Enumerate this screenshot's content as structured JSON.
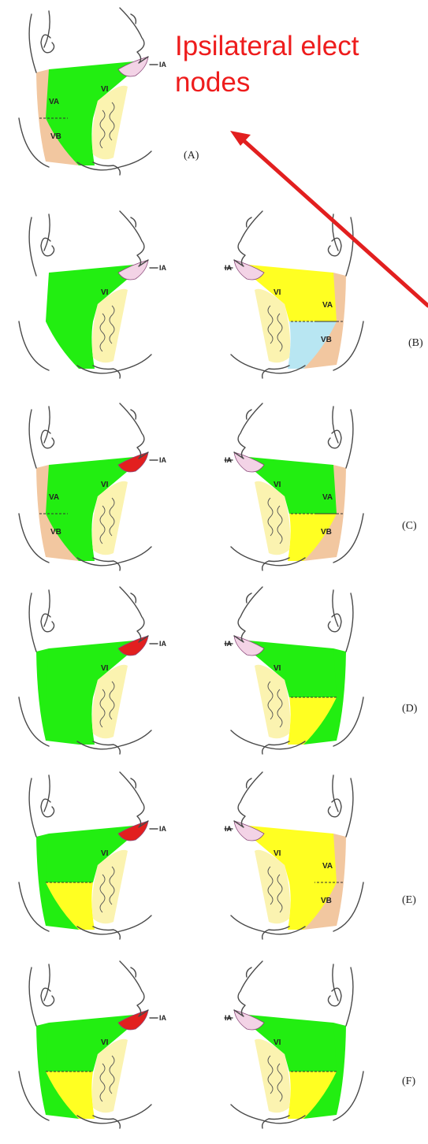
{
  "title": "Ipsilateral elect\nnodes",
  "title_lines": [
    "Ipsilateral elect",
    "nodes"
  ],
  "colors": {
    "green": "#22ee11",
    "yellow": "#ffff22",
    "red": "#e21f1f",
    "peach": "#f2c7a0",
    "light_blue": "#b8e6f2",
    "bone": "#fbf3b0",
    "arrow": "#e21f1f"
  },
  "level_labels": {
    "ia": "IA",
    "va": "VA",
    "vb": "VB",
    "vi": "VI"
  },
  "panels": [
    {
      "label": "(A)",
      "views": [
        {
          "side": "left",
          "upper": "green",
          "lower": "green",
          "ia": "pink",
          "posterior": "peach",
          "show_va_vb": true
        }
      ]
    },
    {
      "label": "(B)",
      "views": [
        {
          "side": "left",
          "upper": "green",
          "lower": "green",
          "ia": "pink",
          "posterior": "none",
          "show_va_vb": false
        },
        {
          "side": "right",
          "upper": "yellow",
          "lower": "light_blue",
          "ia": "pink",
          "posterior": "peach",
          "show_va_vb": true
        }
      ]
    },
    {
      "label": "(C)",
      "views": [
        {
          "side": "left",
          "upper": "green",
          "lower": "green",
          "ia": "red",
          "posterior": "peach",
          "show_va_vb": true
        },
        {
          "side": "right",
          "upper": "green",
          "lower": "yellow",
          "ia": "pink",
          "posterior": "peach",
          "show_va_vb": true
        }
      ]
    },
    {
      "label": "(D)",
      "views": [
        {
          "side": "left",
          "upper": "green",
          "lower": "green",
          "ia": "red",
          "posterior": "green",
          "show_va_vb": false
        },
        {
          "side": "right",
          "upper": "green",
          "lower": "yellow",
          "ia": "pink",
          "posterior": "green",
          "show_va_vb": false
        }
      ]
    },
    {
      "label": "(E)",
      "views": [
        {
          "side": "left",
          "upper": "green",
          "lower": "yellow",
          "ia": "red",
          "posterior": "green",
          "show_va_vb": false
        },
        {
          "side": "right",
          "upper": "yellow",
          "lower": "yellow",
          "ia": "pink",
          "posterior": "peach",
          "show_va_vb": true
        }
      ]
    },
    {
      "label": "(F)",
      "views": [
        {
          "side": "left",
          "upper": "green",
          "lower": "yellow",
          "ia": "red",
          "posterior": "green",
          "show_va_vb": false
        },
        {
          "side": "right",
          "upper": "green",
          "lower": "yellow",
          "ia": "pink",
          "posterior": "green",
          "show_va_vb": false
        }
      ]
    }
  ]
}
